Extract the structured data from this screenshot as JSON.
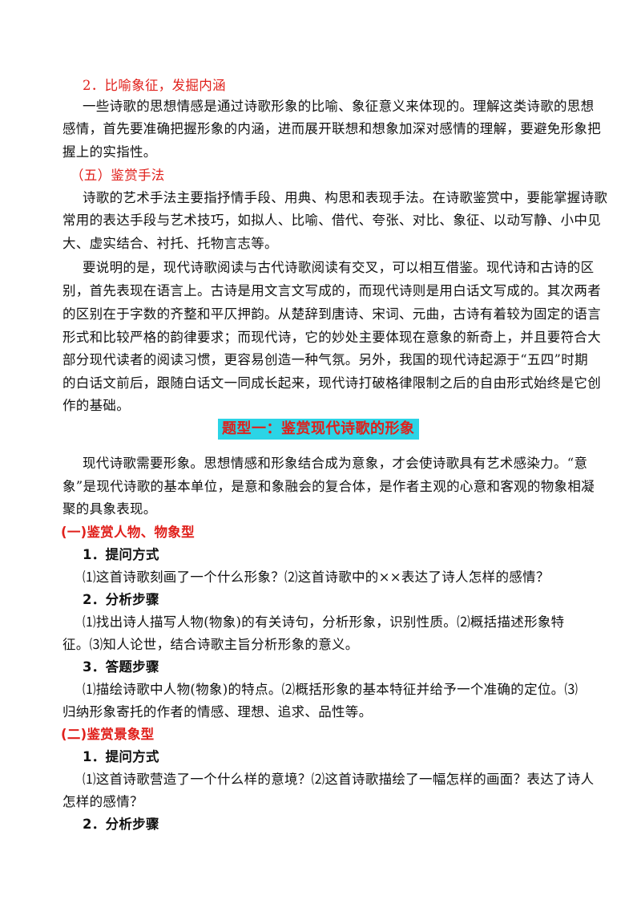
{
  "section2": {
    "heading": "2．比喻象征，发掘内涵",
    "lines": [
      "一些诗歌的思想情感是通过诗歌形象的比喻、象征意义来体现的。理解这类诗歌的思想",
      "感情，首先要准确把握形象的内涵，进而展开联想和想象加深对感情的理解，要避免形象把",
      "握上的实指性。"
    ]
  },
  "section5": {
    "heading": "（五）鉴赏手法",
    "para1": [
      "诗歌的艺术手法主要指抒情手段、用典、构思和表现手法。在诗歌鉴赏中，要能掌握诗歌",
      "常用的表达手段与艺术技巧，如拟人、比喻、借代、夸张、对比、象征、以动写静、小中见",
      "大、虚实结合、衬托、托物言志等。"
    ],
    "para2": [
      "要说明的是，现代诗歌阅读与古代诗歌阅读有交叉，可以相互借鉴。现代诗和古诗的区",
      "别，首先表现在语言上。古诗是用文言文写成的，而现代诗则是用白话文写成的。其次两者",
      "的区别在于字数的齐整和平仄押韵。从楚辞到唐诗、宋词、元曲，古诗有着较为固定的语言",
      "形式和比较严格的韵律要求；而现代诗，它的妙处主要体现在意象的新奇上，并且要符合大",
      "部分现代读者的阅读习惯，更容易创造一种气氛。另外，我国的现代诗起源于“五四”时期",
      "的白话文前后，跟随白话文一同成长起来，现代诗打破格律限制之后的自由形式始终是它创",
      "作的基础。"
    ]
  },
  "banner": "题型一：鉴赏现代诗歌的形象",
  "intro": [
    "现代诗歌需要形象。思想情感和形象结合成为意象，才会使诗歌具有艺术感染力。“意",
    "象”是现代诗歌的基本单位，是意和象融会的复合体，是作者主观的心意和客观的物象相凝",
    "聚的具象表现。"
  ],
  "part1": {
    "heading": "(一)鉴赏人物、物象型",
    "q_heading": "1．提问方式",
    "q_line": "⑴这首诗歌刻画了一个什么形象？⑵这首诗歌中的××表达了诗人怎样的感情？",
    "s_heading": "2．分析步骤",
    "s_lines": [
      "⑴找出诗人描写人物(物象)的有关诗句，分析形象，识别性质。⑵概括描述形象特",
      "征。⑶知人论世，结合诗歌主旨分析形象的意义。"
    ],
    "a_heading": "3．答题步骤",
    "a_lines": [
      "⑴描绘诗歌中人物(物象)的特点。⑵概括形象的基本特征并给予一个准确的定位。⑶",
      "归纳形象寄托的作者的情感、理想、追求、品性等。"
    ]
  },
  "part2": {
    "heading": "(二)鉴赏景象型",
    "q_heading": "1．提问方式",
    "q_lines": [
      "⑴这首诗歌营造了一个什么样的意境？⑵这首诗歌描绘了一幅怎样的画面？表达了诗人",
      "怎样的感情？"
    ],
    "s_heading": "2．分析步骤"
  }
}
